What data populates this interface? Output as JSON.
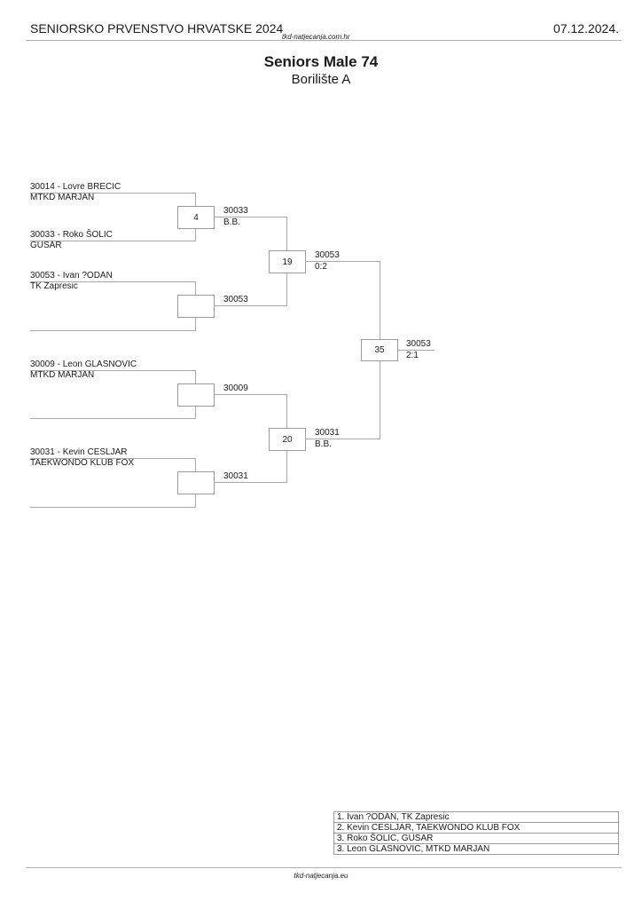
{
  "header": {
    "event_title": "SENIORSKO PRVENSTVO HRVATSKE 2024",
    "date": "07.12.2024.",
    "source_url": "tkd-natjecanja.com.hr"
  },
  "category": {
    "title": "Seniors Male 74",
    "venue": "Borilište A"
  },
  "bracket": {
    "competitors": [
      {
        "line1": "30014 - Lovre BRECIC",
        "line2": "MTKD MARJAN"
      },
      {
        "line1": "30033 - Roko ŠOLIC",
        "line2": "GUSAR"
      },
      {
        "line1": "30053 - Ivan ?ODAN",
        "line2": "TK Zapresic"
      },
      {
        "line1": "",
        "line2": ""
      },
      {
        "line1": "30009 - Leon GLASNOVIC",
        "line2": "MTKD MARJAN"
      },
      {
        "line1": "",
        "line2": ""
      },
      {
        "line1": "30031 - Kevin CESLJAR",
        "line2": "TAEKWONDO KLUB FOX"
      },
      {
        "line1": "",
        "line2": ""
      }
    ],
    "round1": [
      {
        "match": "4",
        "winner": "30033",
        "score": "B.B."
      },
      {
        "match": "",
        "winner": "30053",
        "score": ""
      },
      {
        "match": "",
        "winner": "30009",
        "score": ""
      },
      {
        "match": "",
        "winner": "30031",
        "score": ""
      }
    ],
    "round2": [
      {
        "match": "19",
        "winner": "30053",
        "score": "0:2"
      },
      {
        "match": "20",
        "winner": "30031",
        "score": "B.B."
      }
    ],
    "final": {
      "match": "35",
      "winner": "30053",
      "score": "2:1"
    }
  },
  "results": [
    "1. Ivan ?ODAN, TK Zapresic",
    "2. Kevin CESLJAR, TAEKWONDO KLUB FOX",
    "3. Roko ŠOLIC, GUSAR",
    "3. Leon GLASNOVIC, MTKD MARJAN"
  ],
  "footer": {
    "url": "tkd-natjecanja.eu"
  }
}
